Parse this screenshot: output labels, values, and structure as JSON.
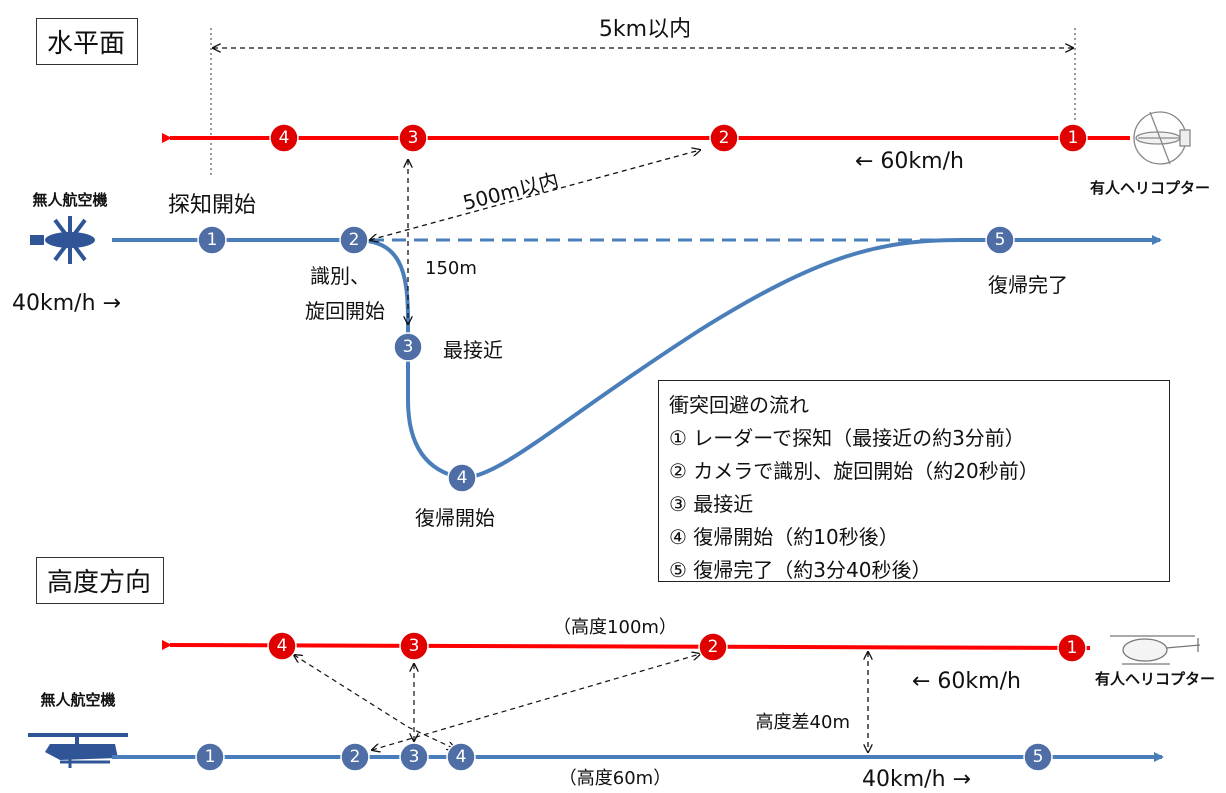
{
  "titles": {
    "horizontal": "水平面",
    "vertical": "高度方向"
  },
  "horizontal": {
    "distance_label": "5km以内",
    "helicopter_speed": "← 60km/h",
    "drone_speed": "40km/h →",
    "drone_label": "無人航空機",
    "helicopter_label": "有人ヘリコプター",
    "sep_diag": "500m以内",
    "sep_vert": "150m",
    "heli_nodes": [
      "4",
      "3",
      "2",
      "1"
    ],
    "drone_nodes": [
      "1",
      "2",
      "3",
      "4",
      "5"
    ],
    "stage_labels": {
      "detect": "探知開始",
      "identify_1": "識別、",
      "identify_2": "旋回開始",
      "closest": "最接近",
      "return_start": "復帰開始",
      "return_done": "復帰完了"
    }
  },
  "vertical": {
    "heli_altitude": "（高度100m）",
    "drone_altitude": "（高度60m）",
    "altitude_diff": "高度差40m",
    "helicopter_speed": "← 60km/h",
    "drone_speed": "40km/h →",
    "drone_label": "無人航空機",
    "helicopter_label": "有人ヘリコプター",
    "heli_nodes": [
      "4",
      "3",
      "2",
      "1"
    ],
    "drone_nodes": [
      "1",
      "2",
      "3",
      "4",
      "5"
    ]
  },
  "flow": {
    "title": "衝突回避の流れ",
    "steps": [
      "① レーダーで探知（最接近の約3分前）",
      "② カメラで識別、旋回開始（約20秒前）",
      "③ 最接近",
      "④ 復帰開始（約10秒後）",
      "⑤ 復帰完了（約3分40秒後）"
    ]
  },
  "colors": {
    "red": "#ff0000",
    "blue": "#4a7ebb",
    "node_blue": "#4f6ea6",
    "node_red": "#e00000"
  }
}
